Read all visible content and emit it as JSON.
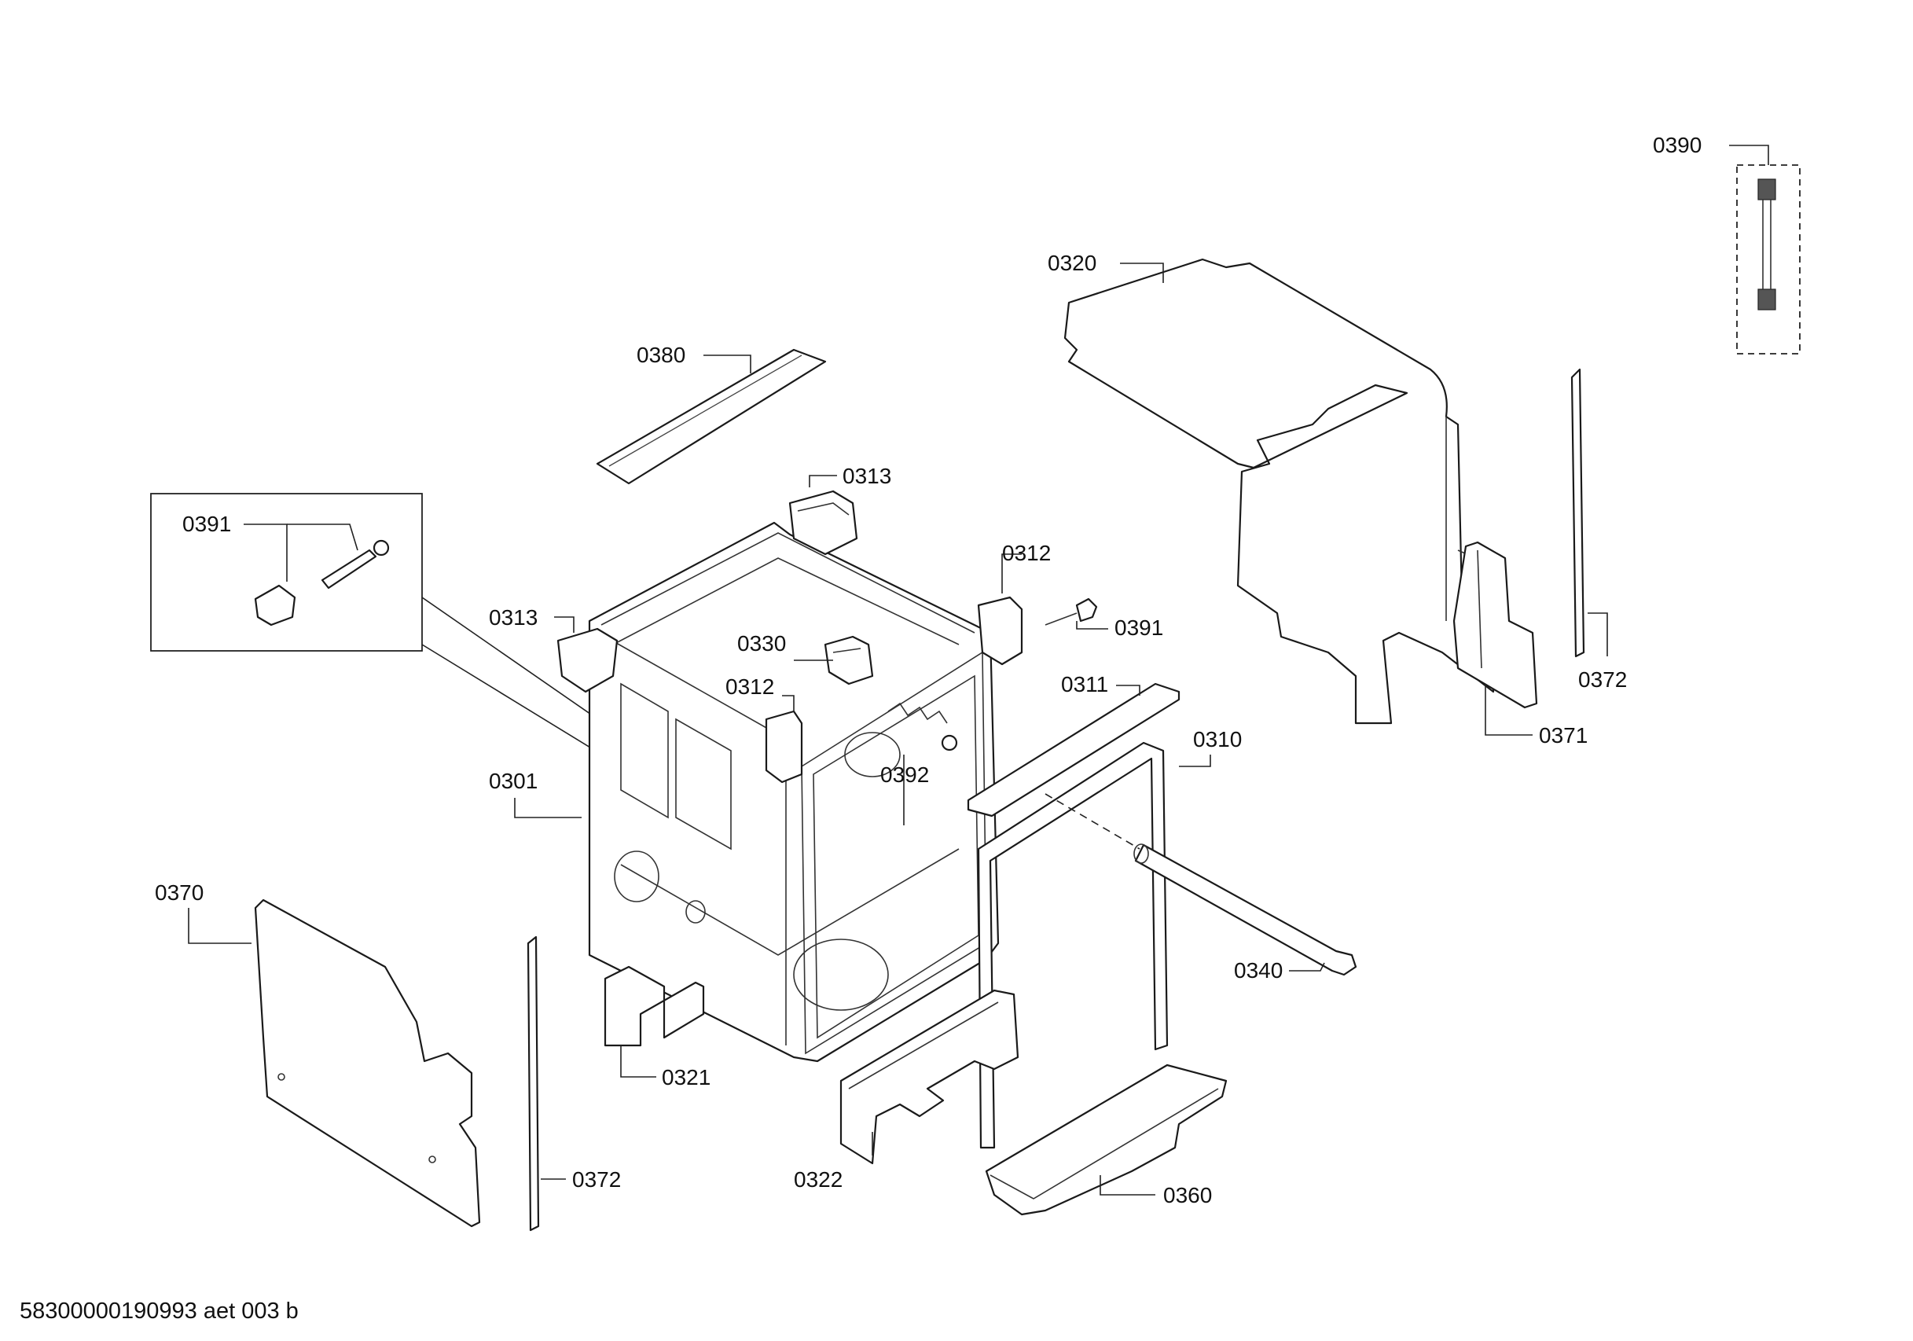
{
  "diagram": {
    "callouts": {
      "c0390": "0390",
      "c0320": "0320",
      "c0380": "0380",
      "c0313_top": "0313",
      "c0391_box": "0391",
      "c0312_right": "0312",
      "c0313_left": "0313",
      "c0391_right": "0391",
      "c0330": "0330",
      "c0312_mid": "0312",
      "c0311": "0311",
      "c0372_right": "0372",
      "c0371": "0371",
      "c0310": "0310",
      "c0392": "0392",
      "c0301": "0301",
      "c0370": "0370",
      "c0340": "0340",
      "c0321": "0321",
      "c0372_left": "0372",
      "c0322": "0322",
      "c0360": "0360"
    },
    "footer_code": "58300000190993 aet 003 b"
  }
}
